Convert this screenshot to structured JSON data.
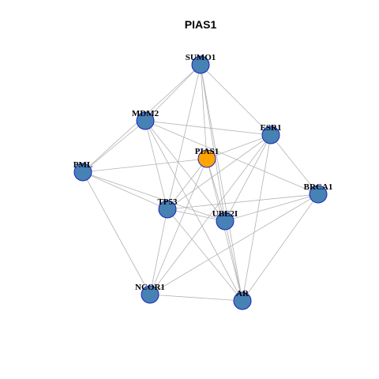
{
  "title": "PIAS1",
  "colors": {
    "node_fill": "#4682b4",
    "node_border": "#1f1fbf",
    "focus_fill": "#ffa500",
    "focus_border": "#1f1fbf",
    "edge": "#b3b3b3"
  },
  "graph": {
    "focus": "PIAS1",
    "nodes": [
      "SUMO1",
      "MDM2",
      "ESR1",
      "PIAS1",
      "PML",
      "BRCA1",
      "TP53",
      "UBE2I",
      "NCOR1",
      "AR"
    ],
    "edges": [
      [
        "SUMO1",
        "MDM2"
      ],
      [
        "SUMO1",
        "PML"
      ],
      [
        "SUMO1",
        "ESR1"
      ],
      [
        "SUMO1",
        "PIAS1"
      ],
      [
        "SUMO1",
        "TP53"
      ],
      [
        "SUMO1",
        "UBE2I"
      ],
      [
        "SUMO1",
        "AR"
      ],
      [
        "MDM2",
        "PML"
      ],
      [
        "MDM2",
        "ESR1"
      ],
      [
        "MDM2",
        "BRCA1"
      ],
      [
        "MDM2",
        "TP53"
      ],
      [
        "MDM2",
        "UBE2I"
      ],
      [
        "MDM2",
        "AR"
      ],
      [
        "PIAS1",
        "PML"
      ],
      [
        "PIAS1",
        "ESR1"
      ],
      [
        "PIAS1",
        "TP53"
      ],
      [
        "PIAS1",
        "UBE2I"
      ],
      [
        "PIAS1",
        "NCOR1"
      ],
      [
        "PIAS1",
        "AR"
      ],
      [
        "ESR1",
        "BRCA1"
      ],
      [
        "ESR1",
        "TP53"
      ],
      [
        "ESR1",
        "UBE2I"
      ],
      [
        "ESR1",
        "NCOR1"
      ],
      [
        "ESR1",
        "AR"
      ],
      [
        "PML",
        "TP53"
      ],
      [
        "PML",
        "UBE2I"
      ],
      [
        "PML",
        "NCOR1"
      ],
      [
        "BRCA1",
        "TP53"
      ],
      [
        "BRCA1",
        "UBE2I"
      ],
      [
        "BRCA1",
        "NCOR1"
      ],
      [
        "BRCA1",
        "AR"
      ],
      [
        "TP53",
        "UBE2I"
      ],
      [
        "TP53",
        "NCOR1"
      ],
      [
        "TP53",
        "AR"
      ],
      [
        "UBE2I",
        "AR"
      ],
      [
        "NCOR1",
        "AR"
      ]
    ]
  }
}
